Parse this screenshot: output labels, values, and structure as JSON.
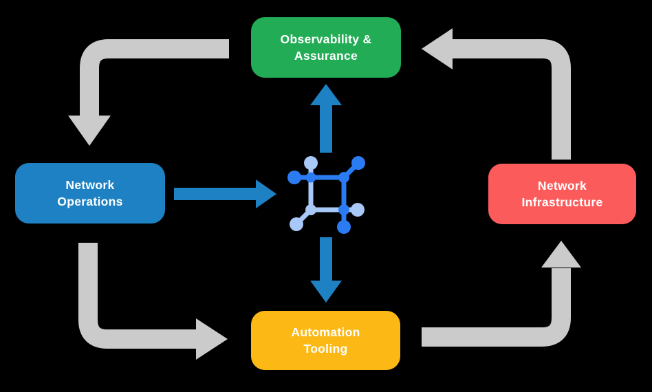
{
  "canvas": {
    "background": "#000000",
    "node_text_color": "#FFFFFF"
  },
  "nodes": {
    "observability": {
      "label": "Observability &\nAssurance",
      "color": "#22AC55"
    },
    "operations": {
      "label": "Network\nOperations",
      "color": "#1E81C4"
    },
    "infrastructure": {
      "label": "Network\nInfrastructure",
      "color": "#FC5B5B"
    },
    "automation": {
      "label": "Automation\nTooling",
      "color": "#FCB815"
    }
  },
  "center_icon": {
    "name": "network-automation-icon",
    "dark_color": "#2B7CF2",
    "light_color": "#A8C8F8"
  },
  "arrows": {
    "cycle_color": "#CBCBCB",
    "flow_color": "#1E81C4",
    "cycle_links": [
      "observability → network-operations",
      "network-operations → automation-tooling",
      "automation-tooling → network-infrastructure",
      "network-infrastructure → observability"
    ],
    "flow_links": [
      "network-operations → center-icon",
      "center-icon → observability",
      "center-icon → automation-tooling"
    ]
  }
}
